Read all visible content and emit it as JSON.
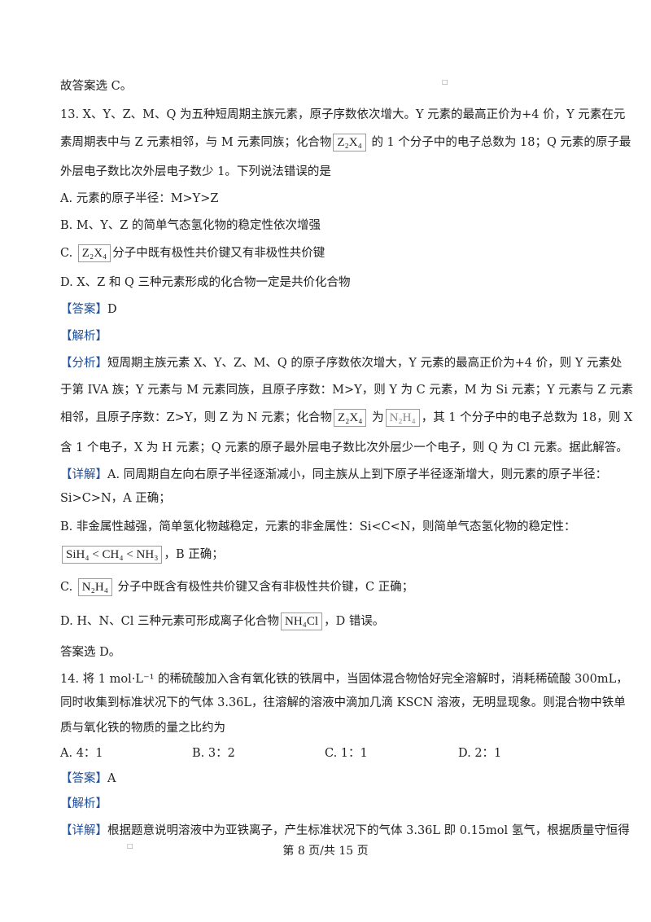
{
  "lines": {
    "l1": "故答案选 C。",
    "q13a": "13. X、Y、Z、M、Q 为五种短周期主族元素，原子序数依次增大。Y 元素的最高正价为+4 价，Y 元素在元",
    "q13b1": "素周期表中与 Z 元素相邻，与 M 元素同族；化合物",
    "q13b2": "的 1 个分子中的电子总数为 18；Q 元素的原子最",
    "q13c": "外层电子数比次外层电子数少 1。下列说法错误的是",
    "optA": "A. 元素的原子半径：M>Y>Z",
    "optB": "B. M、Y、Z 的简单气态氢化物的稳定性依次增强",
    "optC1": "C.",
    "optC2": "分子中既有极性共价键又有非极性共价键",
    "optD": "D. X、Z 和 Q 三种元素形成的化合物一定是共价化合物",
    "ans_tag": "【答案】",
    "ans_val": "D",
    "ana_tag": "【解析】",
    "fx_tag": "【分析】",
    "fx1": "短周期主族元素 X、Y、Z、M、Q 的原子序数依次增大，Y 元素的最高正价为+4 价，则 Y 元素处",
    "fx2": "于第 IVA 族；Y 元素与 M 元素同族，且原子序数：M>Y，则 Y 为 C 元素，M 为 Si 元素；Y 元素与 Z 元素",
    "fx3a": "相邻，且原子序数：Z>Y，则 Z 为 N 元素；化合物",
    "fx3b": "为",
    "fx3c": "，其 1 个分子中的电子总数为 18，则 X",
    "fx4": "含 1 个电子，X 为 H 元素；Q 元素的原子最外层电子数比次外层少一个电子，则 Q 为 Cl 元素。据此解答。",
    "xj_tag": "【详解】",
    "xj1": "A. 同周期自左向右原子半径逐渐减小，同主族从上到下原子半径逐渐增大，则元素的原子半径：",
    "xj2": "Si>C>N，A 正确；",
    "xjB": "B. 非金属性越强，简单氢化物越稳定，元素的非金属性：Si<C<N，则简单气态氢化物的稳定性：",
    "xjB2": "，B 正确；",
    "xjC1": "C.",
    "xjC2": "分子中既含有极性共价键又含有非极性共价键，C 正确；",
    "xjD1": "D. H、N、Cl 三种元素可形成离子化合物",
    "xjD2": "，D 错误。",
    "ans_sel": "答案选 D。",
    "q14a": "14. 将 1 mol·L⁻¹ 的稀硫酸加入含有氧化铁的铁屑中，当固体混合物恰好完全溶解时，消耗稀硫酸 300mL，",
    "q14b": "同时收集到标准状况下的气体 3.36L，往溶解的溶液中滴加几滴 KSCN 溶液，无明显现象。则混合物中铁单",
    "q14c": "质与氧化铁的物质的量之比约为",
    "o14A": "A. 4：1",
    "o14B": "B. 3：2",
    "o14C": "C. 1：1",
    "o14D": "D. 2：1",
    "ans14_tag": "【答案】",
    "ans14_val": "A",
    "ana14_tag": "【解析】",
    "xj14_tag": "【详解】",
    "xj14": "根据题意说明溶液中为亚铁离子，产生标准状况下的气体 3.36L 即 0.15mol 氢气，根据质量守恒得"
  },
  "formulas": {
    "z2x4": "Z₂X₄",
    "n2h4": "N₂H₄",
    "sih4_ch4_nh3": "SiH₄ < CH₄ < NH₃",
    "nh4cl": "NH₄Cl"
  },
  "footer": "第 8 页/共 15 页",
  "colors": {
    "tag": "#1f4e9a",
    "text": "#222222"
  }
}
